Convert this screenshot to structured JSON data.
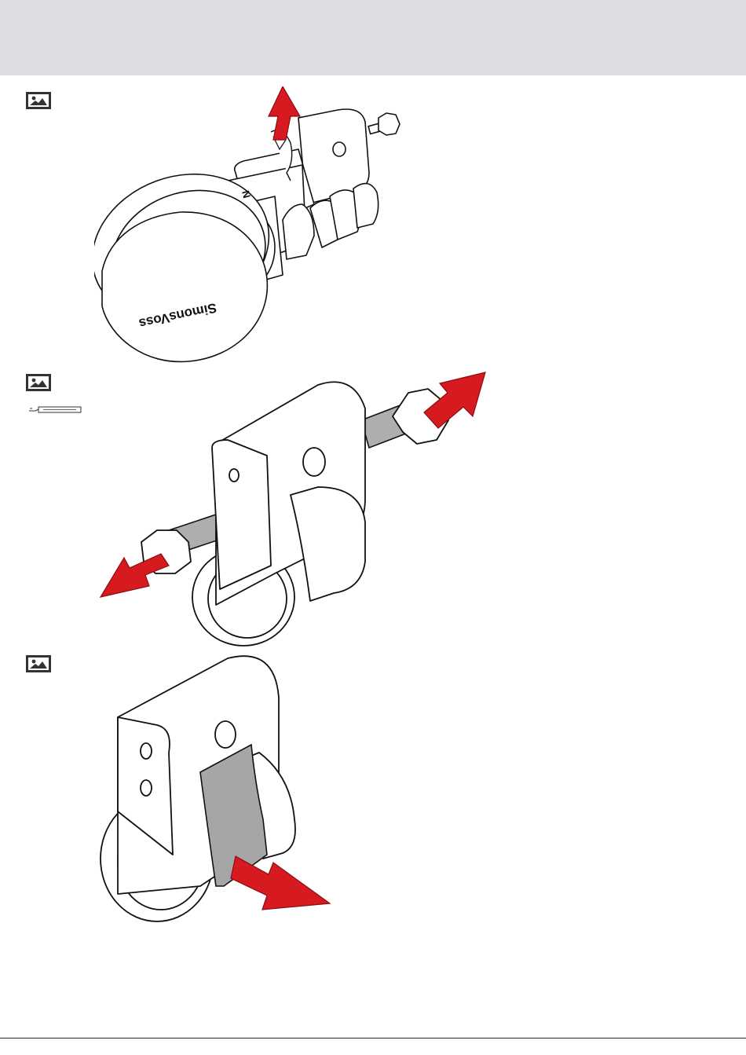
{
  "page": {
    "header_band_color": "#dcdde0",
    "accent_color": "#d71920",
    "footer_rule_color": "#1f2a2f"
  },
  "icons": {
    "image_placeholder": "picture-icon",
    "tool": "pin-tool-icon"
  },
  "figures": [
    {
      "id": "step-1",
      "icon": "picture-icon",
      "arrow_direction": "up"
    },
    {
      "id": "step-2",
      "icon": "picture-icon",
      "arrow_direction": "outward-both-sides"
    },
    {
      "id": "step-3",
      "icon": "picture-icon",
      "arrow_direction": "down-right"
    }
  ],
  "product": {
    "brand_logo_text": "SimonsVoss",
    "housing_mark": "N"
  }
}
